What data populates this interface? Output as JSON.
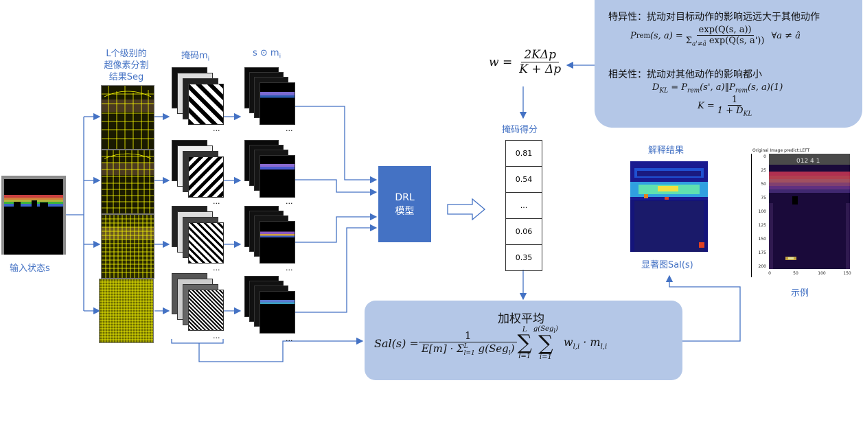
{
  "input": {
    "label": "输入状态s"
  },
  "columns": {
    "segmentation": {
      "line1": "L个级别的",
      "line2": "超像素分割",
      "line3": "结果Seg"
    },
    "masks": {
      "label": "掩码m",
      "sub": "i"
    },
    "masked_states": {
      "label": "s ⊙ m",
      "sub": "i"
    },
    "ellipsis": "..."
  },
  "drl_model": {
    "line1": "DRL",
    "line2": "模型"
  },
  "weight_formula": {
    "lhs": "w =",
    "numerator": "2KΔp",
    "denominator": "K + Δp"
  },
  "mask_scores": {
    "title": "掩码得分",
    "values": [
      "0.81",
      "0.54",
      "...",
      "0.06",
      "0.35"
    ]
  },
  "specificity_panel": {
    "specificity_title": "特异性：扰动对目标动作的影响远远大于其他动作",
    "prem_lhs": "P",
    "prem_sub": "rem",
    "prem_args": "(s, a) =",
    "prem_num": "exp(Q(s, a))",
    "prem_den": "Σ",
    "prem_den_sub": "a'≠â",
    "prem_den_rest": " exp(Q(s, a'))",
    "prem_forall": "∀a ≠ â",
    "relevance_title": "相关性：扰动对其他动作的影响都小",
    "dkl_formula": "D",
    "dkl_sub": "KL",
    "dkl_rest": " = P",
    "dkl_rest2": "(s', a)‖P",
    "dkl_rest3": "(s, a)(1)",
    "k_lhs": "K =",
    "k_num": "1",
    "k_den": "1 + D",
    "k_den_sub": "KL"
  },
  "weighted_average": {
    "title": "加权平均",
    "lhs": "Sal(s) =",
    "frac_num": "1",
    "frac_den": "E[m] · Σ",
    "frac_den_sub": "l=1",
    "frac_den_sup": "L",
    "frac_den_rest": " g(Seg",
    "frac_den_rest_sub": "l",
    "sum1_sup": "L",
    "sum1_sub": "l=1",
    "sum2_sup": "g(Seg",
    "sum2_sup_sub": "l",
    "sum2_sub": "i=1",
    "term": "w",
    "term_sub": "l,i",
    "term_mid": " · m",
    "term_sub2": "l,i"
  },
  "explanation": {
    "title": "解释结果",
    "caption": "显著图Sal(s)"
  },
  "example": {
    "plot_title": "Original Image predict:LEFT",
    "score_text": "012 4 1",
    "y_ticks": [
      "0",
      "25",
      "50",
      "75",
      "100",
      "125",
      "150",
      "175",
      "200"
    ],
    "x_ticks": [
      "0",
      "50",
      "100",
      "150"
    ],
    "caption": "示例"
  },
  "colors": {
    "accent": "#4472c4",
    "panel_fill": "#b4c7e7",
    "drl_fill": "#4472c4",
    "seg_line": "#ffff00"
  }
}
